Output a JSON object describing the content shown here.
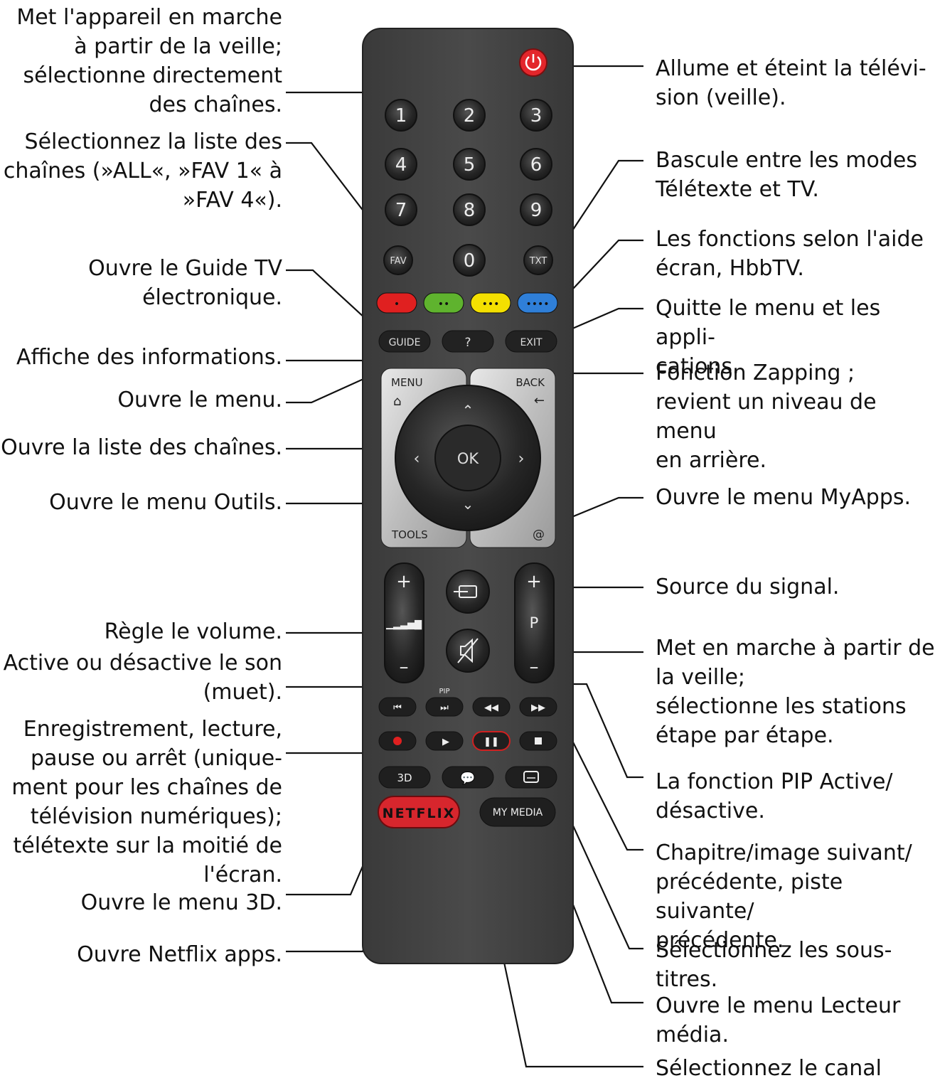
{
  "labels": {
    "left": [
      {
        "id": "standby-numeric",
        "text": "Met l'appareil en marche\nà partir de la veille;\nsélectionne directement\ndes chaînes."
      },
      {
        "id": "fav-list",
        "text": "Sélectionnez la liste des\nchaînes (»ALL«, »FAV 1« à\n»FAV 4«)."
      },
      {
        "id": "guide",
        "text": "Ouvre le Guide TV\nélectronique."
      },
      {
        "id": "info",
        "text": "Affiche des informations."
      },
      {
        "id": "menu",
        "text": "Ouvre le menu."
      },
      {
        "id": "channel-list",
        "text": "Ouvre la liste des chaînes."
      },
      {
        "id": "tools",
        "text": "Ouvre le menu Outils."
      },
      {
        "id": "volume",
        "text": "Règle le volume."
      },
      {
        "id": "mute",
        "text": "Active ou désactive le son\n(muet)."
      },
      {
        "id": "record",
        "text": "Enregistrement, lecture,\npause ou arrêt (unique-\nment pour les chaînes de\ntélévision numériques);\ntélétexte sur la moitié de\nl'écran."
      },
      {
        "id": "3d",
        "text": "Ouvre le menu 3D."
      },
      {
        "id": "netflix",
        "text": "Ouvre Netflix apps."
      }
    ],
    "right": [
      {
        "id": "power",
        "text": "Allume et éteint la télévi-\nsion (veille)."
      },
      {
        "id": "txt",
        "text": "Bascule entre les modes\nTélétexte et TV."
      },
      {
        "id": "color",
        "text": "Les fonctions selon l'aide\nécran, HbbTV."
      },
      {
        "id": "exit",
        "text": "Quitte le menu et les appli-\ncations."
      },
      {
        "id": "back",
        "text": "Fonction Zapping ;\nrevient un niveau de menu\nen arrière."
      },
      {
        "id": "myapps",
        "text": "Ouvre le menu MyApps."
      },
      {
        "id": "source",
        "text": "Source du signal."
      },
      {
        "id": "program",
        "text": "Met en marche à partir de\nla veille;\nsélectionne les stations\nétape par étape."
      },
      {
        "id": "pip",
        "text": "La fonction PIP Active/\ndésactive."
      },
      {
        "id": "chapter",
        "text": "Chapitre/image suivant/\nprécédente, piste suivante/\nprécédente."
      },
      {
        "id": "subtitles",
        "text": "Sélectionnez les sous-titres."
      },
      {
        "id": "mymedia",
        "text": "Ouvre le menu Lecteur\nmédia."
      },
      {
        "id": "audio",
        "text": "Sélectionnez le canal"
      }
    ]
  },
  "remote": {
    "digits": [
      "1",
      "2",
      "3",
      "4",
      "5",
      "6",
      "7",
      "8",
      "9",
      "0"
    ],
    "fav": "FAV",
    "txt": "TXT",
    "color_dots": [
      "•",
      "••",
      "•••",
      "••••"
    ],
    "colors": {
      "red": "#e02020",
      "green": "#5fb32e",
      "yellow": "#f4e000",
      "blue": "#2f7fd8",
      "power": "#e3262b",
      "body": "#3b3b3b",
      "button": "#232323",
      "netflix": "#d7262d"
    },
    "guide": "GUIDE",
    "info": "?",
    "exit": "EXIT",
    "menu": "MENU",
    "back": "BACK",
    "tools": "TOOLS",
    "at": "@",
    "ok": "OK",
    "vol_plus": "+",
    "vol_minus": "–",
    "prog_plus": "+",
    "prog_p": "P",
    "prog_minus": "–",
    "pip": "PIP",
    "threed": "3D",
    "netflix": "NETFLIX",
    "mymedia": "MY MEDIA"
  }
}
